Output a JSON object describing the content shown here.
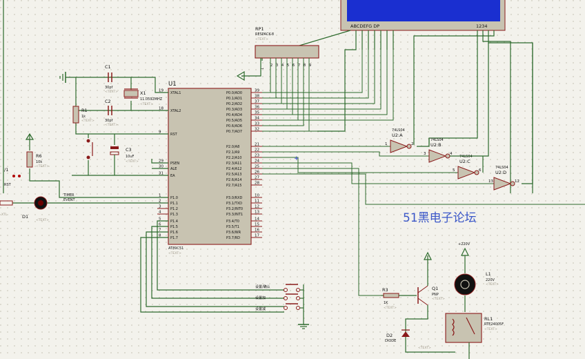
{
  "watermark": "51黑电子论坛",
  "lcd": {
    "left_label": "ABCDEFG DP",
    "right_label": "1234"
  },
  "rp1": {
    "ref": "RP1",
    "value": "RESPACK-8",
    "pins": [
      "1",
      "2",
      "3",
      "4",
      "5",
      "6",
      "7",
      "8",
      "9"
    ]
  },
  "u1": {
    "ref": "U1",
    "part": "AT89C51",
    "left_pins": [
      {
        "num": "19",
        "name": "XTAL1"
      },
      {
        "num": "18",
        "name": "XTAL2"
      },
      {
        "num": "9",
        "name": "RST"
      },
      {
        "num": "29",
        "name": "PSEN"
      },
      {
        "num": "30",
        "name": "ALE"
      },
      {
        "num": "31",
        "name": "EA"
      },
      {
        "num": "1",
        "name": "P1.0"
      },
      {
        "num": "2",
        "name": "P1.1"
      },
      {
        "num": "3",
        "name": "P1.2"
      },
      {
        "num": "4",
        "name": "P1.3"
      },
      {
        "num": "5",
        "name": "P1.4"
      },
      {
        "num": "6",
        "name": "P1.5"
      },
      {
        "num": "7",
        "name": "P1.6"
      },
      {
        "num": "8",
        "name": "P1.7"
      }
    ],
    "right_pins": [
      {
        "num": "39",
        "name": "P0.0/AD0"
      },
      {
        "num": "38",
        "name": "P0.1/AD1"
      },
      {
        "num": "37",
        "name": "P0.2/AD2"
      },
      {
        "num": "36",
        "name": "P0.3/AD3"
      },
      {
        "num": "35",
        "name": "P0.4/AD4"
      },
      {
        "num": "34",
        "name": "P0.5/AD5"
      },
      {
        "num": "33",
        "name": "P0.6/AD6"
      },
      {
        "num": "32",
        "name": "P0.7/AD7"
      },
      {
        "num": "21",
        "name": "P2.0/A8"
      },
      {
        "num": "22",
        "name": "P2.1/A9"
      },
      {
        "num": "23",
        "name": "P2.2/A10"
      },
      {
        "num": "24",
        "name": "P2.3/A11"
      },
      {
        "num": "25",
        "name": "P2.4/A12"
      },
      {
        "num": "26",
        "name": "P2.5/A13"
      },
      {
        "num": "27",
        "name": "P2.6/A14"
      },
      {
        "num": "28",
        "name": "P2.7/A15"
      },
      {
        "num": "10",
        "name": "P3.0/RXD"
      },
      {
        "num": "11",
        "name": "P3.1/TXD"
      },
      {
        "num": "12",
        "name": "P3.2/INT0"
      },
      {
        "num": "13",
        "name": "P3.3/INT1"
      },
      {
        "num": "14",
        "name": "P3.4/T0"
      },
      {
        "num": "15",
        "name": "P3.5/T1"
      },
      {
        "num": "16",
        "name": "P3.6/WR"
      },
      {
        "num": "17",
        "name": "P3.7/RD"
      }
    ]
  },
  "c1": {
    "ref": "C1",
    "value": "30pf"
  },
  "c2": {
    "ref": "C2",
    "value": "30pf"
  },
  "x1": {
    "ref": "X1",
    "value": "11.0592MHZ"
  },
  "r1": {
    "ref": "R1",
    "value": "1k"
  },
  "c3": {
    "ref": "C3",
    "value": "10uF"
  },
  "r6": {
    "ref": "R6",
    "value": "10k"
  },
  "d1": {
    "ref": "D1"
  },
  "left_labels": {
    "j1": "/1",
    "rst": "RST",
    "net1": "TIMER",
    "net2": "EVENT",
    "xt": "XTL"
  },
  "gates": [
    {
      "ref": "U2:A",
      "in": "1",
      "out": "2",
      "type": "74LS04"
    },
    {
      "ref": "U2:B",
      "in": "3",
      "out": "4",
      "type": "74LS04"
    },
    {
      "ref": "U2:C",
      "in": "5",
      "out": "6",
      "type": "74LS04"
    },
    {
      "ref": "U2:D",
      "in": "13",
      "out": "12",
      "type": "74LS04"
    }
  ],
  "buttons": [
    {
      "label": "设置/确认"
    },
    {
      "label": "设置加"
    },
    {
      "label": "设置减"
    }
  ],
  "r3": {
    "ref": "R3",
    "value": "1K"
  },
  "q1": {
    "ref": "Q1",
    "value": "PNP"
  },
  "d2": {
    "ref": "D2",
    "value": "DIODE"
  },
  "l1": {
    "ref": "L1",
    "value": "220V"
  },
  "rl1": {
    "ref": "RL1",
    "value": "RTE24005F"
  },
  "supply": {
    "label": "+220V"
  },
  "text_placeholder": "<TEXT>"
}
